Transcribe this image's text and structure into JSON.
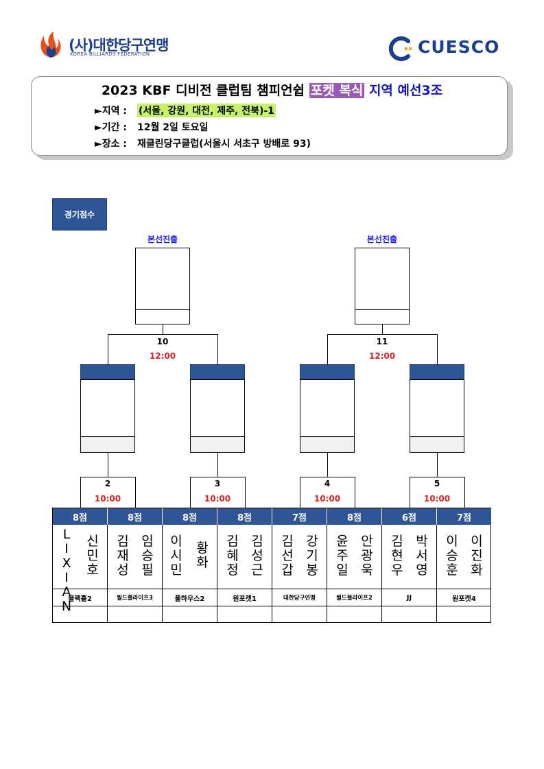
{
  "header": {
    "left_logo": {
      "text": "(사)대한당구연맹",
      "subtext": "KOREA BILLIARDS FEDERATION",
      "icon": "kbf-flame-icon",
      "color": "#1b3f8f"
    },
    "right_logo": {
      "text": "CUESCO",
      "icon": "cuesco-c-icon",
      "color": "#1b3f8f"
    }
  },
  "title": {
    "prefix": "2023 KBF 디비전 클럽팀 챔피언쉽",
    "highlight": "포켓 복식",
    "suffix": "지역 예선3조",
    "highlight_color": "#9b59b6",
    "suffix_color": "#1010c8"
  },
  "info": {
    "region_label": "►지역 :",
    "region_value": "(서울, 강원, 대전, 제주, 전북)-1",
    "period_label": "►기간 :",
    "period_value": "12월 2일 토요일",
    "venue_label": "►장소 :",
    "venue_value": "재클린당구클럽(서울시 서초구 방배로 93)"
  },
  "score_label": "경기점수",
  "advance_label": "본선진출",
  "semis": [
    {
      "no": "10",
      "time": "12:00"
    },
    {
      "no": "11",
      "time": "12:00"
    }
  ],
  "quarters": [
    {
      "no": "2",
      "time": "10:00"
    },
    {
      "no": "3",
      "time": "10:00"
    },
    {
      "no": "4",
      "time": "10:00"
    },
    {
      "no": "5",
      "time": "10:00"
    }
  ],
  "teams": [
    {
      "score": "8점",
      "team": "블랙홀2",
      "players": [
        "LIXIAN",
        "신민호"
      ]
    },
    {
      "score": "8점",
      "team": "월드플라이프3",
      "players": [
        "김재성",
        "임승필"
      ]
    },
    {
      "score": "8점",
      "team": "풀하우스2",
      "players": [
        "이시민",
        "황화"
      ]
    },
    {
      "score": "8점",
      "team": "원포켓1",
      "players": [
        "김혜정",
        "김성근"
      ]
    },
    {
      "score": "7점",
      "team": "대한당구연맹",
      "players": [
        "김선갑",
        "강기봉"
      ]
    },
    {
      "score": "8점",
      "team": "월드플라이프2",
      "players": [
        "윤주일",
        "안광욱"
      ]
    },
    {
      "score": "6점",
      "team": "JJ",
      "players": [
        "김현우",
        "박서영"
      ]
    },
    {
      "score": "7점",
      "team": "원포켓4",
      "players": [
        "이승훈",
        "이진화"
      ]
    }
  ],
  "colors": {
    "navy": "#2f5597",
    "time_red": "#e02020",
    "advance_blue": "#1a1aff"
  }
}
